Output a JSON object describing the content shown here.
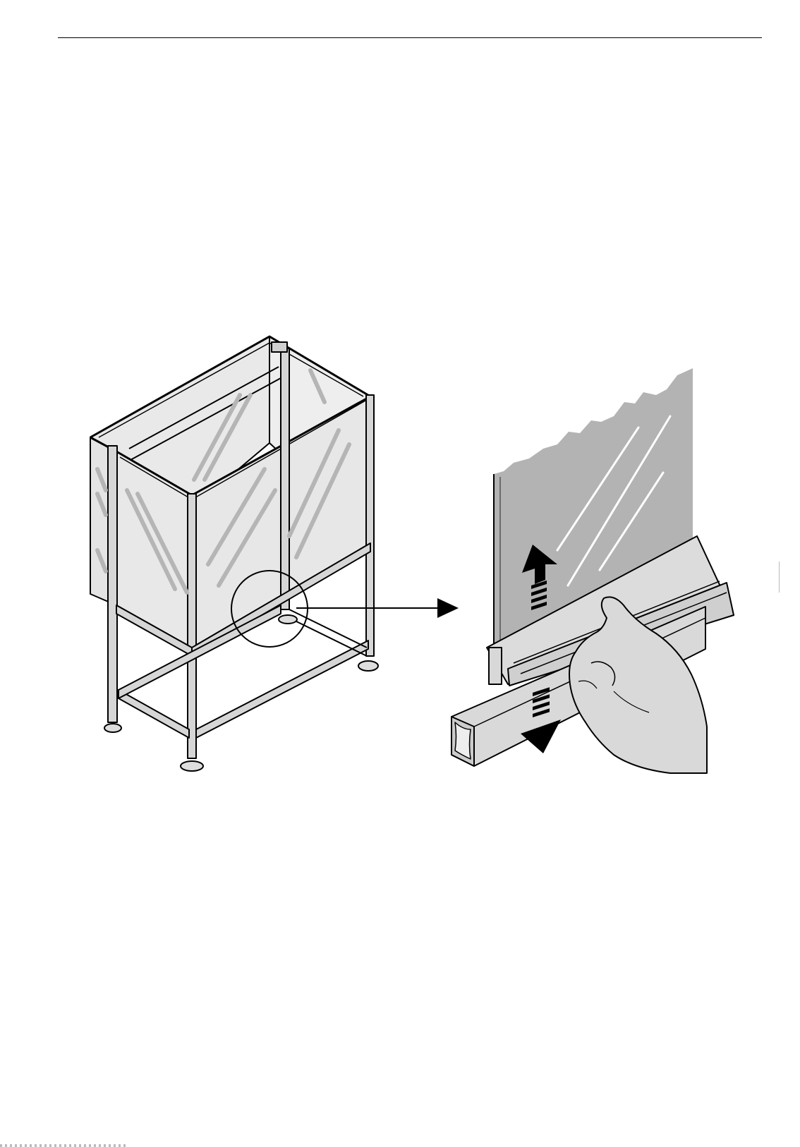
{
  "page": {
    "background": "#ffffff",
    "ink": "#000000",
    "glass_light": "#e6e6e6",
    "glass_dark": "#b3b3b3",
    "frame_fill": "#d6d6d6"
  },
  "figure": {
    "left_illustration": "enclosure-on-stand",
    "detail_marker": "circle-callout",
    "pointer": "arrow-right-icon",
    "right_illustration": "panel-seated-in-channel-detail",
    "motion_indicators": [
      "arrow-up-icon",
      "arrow-down-icon"
    ]
  }
}
